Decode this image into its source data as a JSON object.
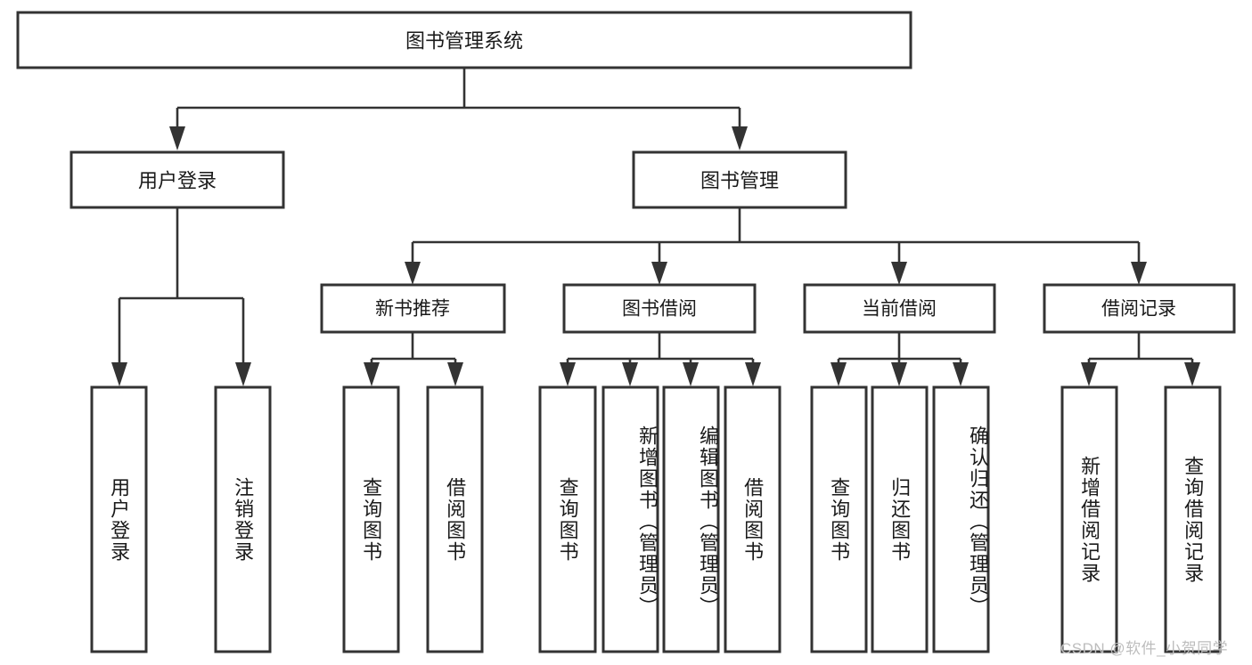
{
  "diagram": {
    "type": "tree-hierarchy",
    "title": "图书管理系统",
    "watermark": "CSDN @软件_小贺同学",
    "colors": {
      "box_stroke": "#333333",
      "box_fill": "#ffffff",
      "connector": "#333333",
      "text": "#1a1a1a",
      "background": "#ffffff",
      "watermark": "#bdbdbd"
    },
    "root": {
      "label": "图书管理系统",
      "level": 0
    },
    "level1": [
      {
        "label": "用户登录"
      },
      {
        "label": "图书管理"
      }
    ],
    "level2": [
      {
        "label": "新书推荐",
        "parent": "图书管理"
      },
      {
        "label": "图书借阅",
        "parent": "图书管理"
      },
      {
        "label": "当前借阅",
        "parent": "图书管理"
      },
      {
        "label": "借阅记录",
        "parent": "图书管理"
      }
    ],
    "leaves": {
      "user_login": [
        {
          "label": "用户登录"
        },
        {
          "label": "注销登录"
        }
      ],
      "new_book_recommend": [
        {
          "label": "查询图书"
        },
        {
          "label": "借阅图书"
        }
      ],
      "book_borrow": [
        {
          "label": "查询图书"
        },
        {
          "label": "新增图书（管理员）"
        },
        {
          "label": "编辑图书（管理员）"
        },
        {
          "label": "借阅图书"
        }
      ],
      "current_borrow": [
        {
          "label": "查询图书"
        },
        {
          "label": "归还图书"
        },
        {
          "label": "确认归还（管理员）"
        }
      ],
      "borrow_record": [
        {
          "label": "新增借阅记录"
        },
        {
          "label": "查询借阅记录"
        }
      ]
    }
  }
}
